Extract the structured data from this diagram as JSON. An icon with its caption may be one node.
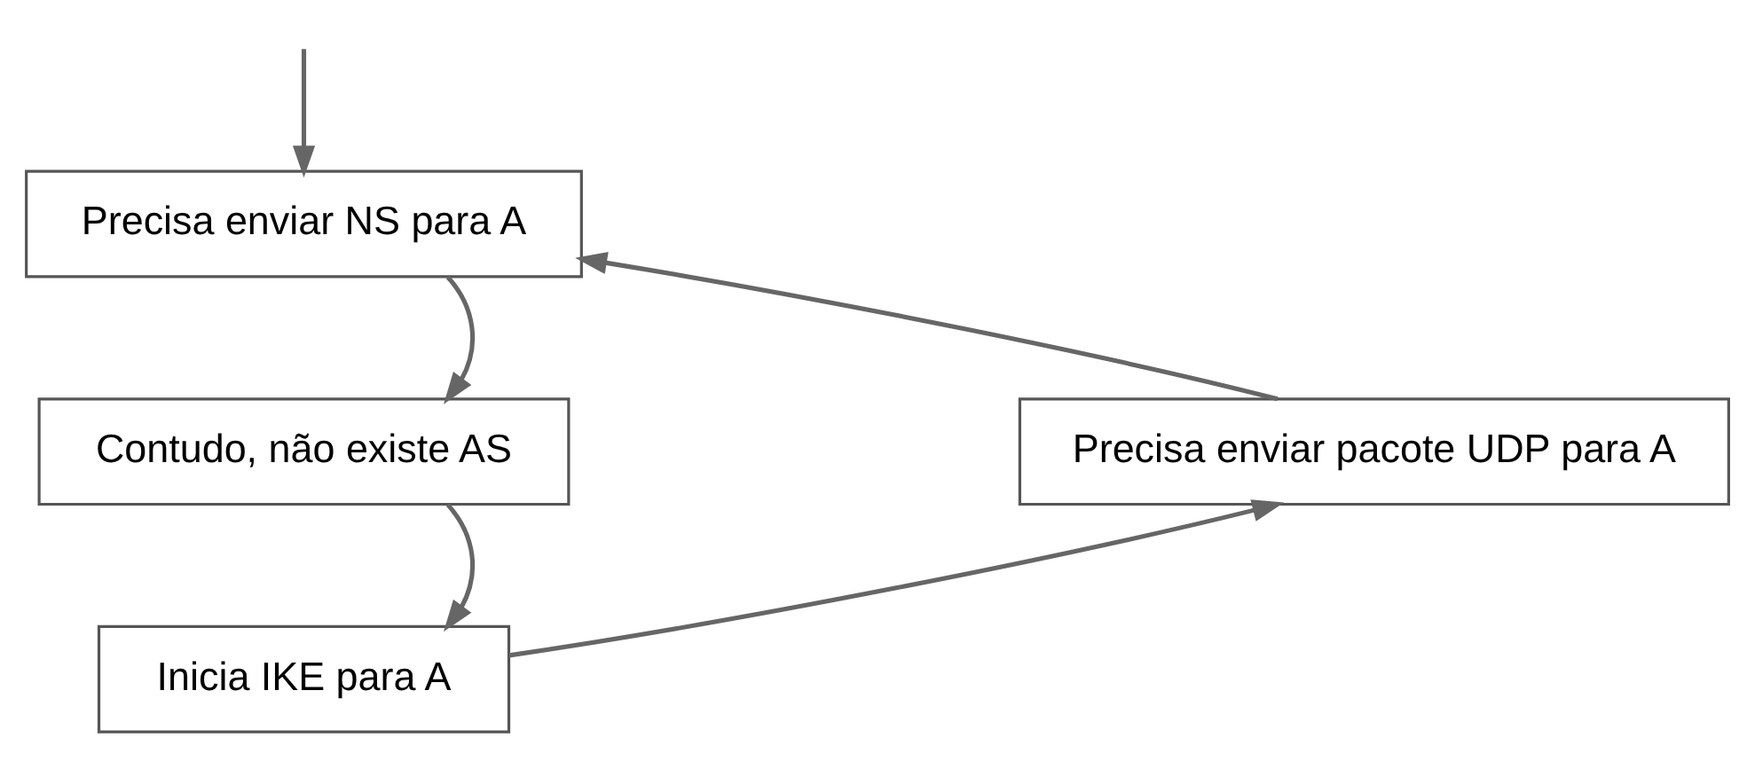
{
  "diagram": {
    "nodes": [
      {
        "text": [
          "Precisa enviar NS para A"
        ]
      },
      {
        "text": [
          "Contudo, não existe AS"
        ]
      },
      {
        "text": [
          "Inicia IKE para A"
        ]
      },
      {
        "text": [
          "Precisa enviar pacote UDP para A"
        ]
      }
    ],
    "edges": [
      {
        "from": null,
        "to": 0,
        "arrow": "to"
      },
      {
        "from": 0,
        "to": 1,
        "arrow": "to"
      },
      {
        "from": 1,
        "to": 2,
        "arrow": "to"
      },
      {
        "from": 2,
        "to": 3,
        "arrow": "to"
      },
      {
        "from": 3,
        "to": 0,
        "arrow": "to"
      }
    ]
  }
}
